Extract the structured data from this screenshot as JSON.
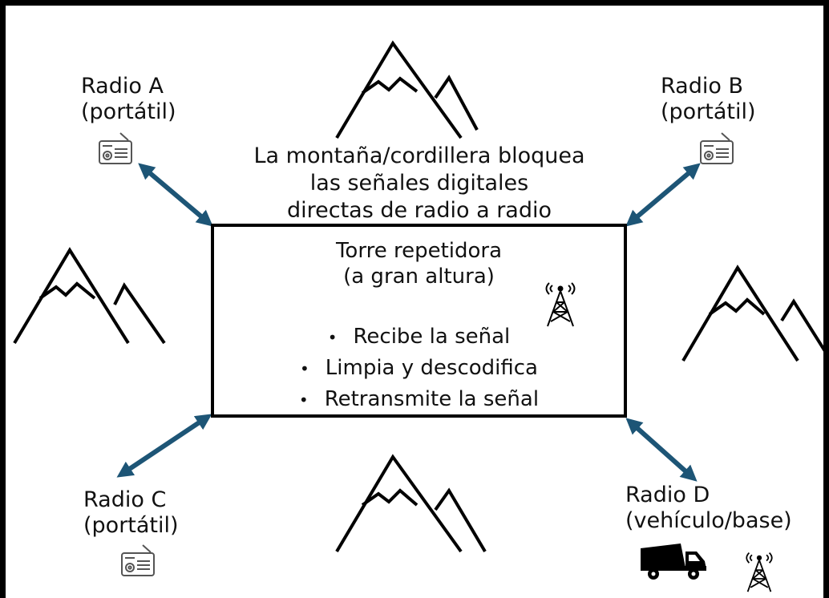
{
  "colors": {
    "arrow": "#1d5576",
    "stroke": "#000000",
    "icon": "#555555"
  },
  "mountain_note": {
    "lines": [
      "La montaña/cordillera bloquea",
      "las señales digitales",
      "directas de radio a radio"
    ]
  },
  "repeater": {
    "title_lines": [
      "Torre repetidora",
      "(a gran altura)"
    ],
    "bullets": [
      "Recibe la señal",
      "Limpia y descodifica",
      "Retransmite la señal"
    ],
    "icon": "radio-tower-icon"
  },
  "radios": {
    "a": {
      "name": "Radio A",
      "type": "(portátil)",
      "icon": "portable-radio-icon"
    },
    "b": {
      "name": "Radio B",
      "type": "(portátil)",
      "icon": "portable-radio-icon"
    },
    "c": {
      "name": "Radio C",
      "type": "(portátil)",
      "icon": "portable-radio-icon"
    },
    "d": {
      "name": "Radio D",
      "type": "(vehículo/base)",
      "icons": [
        "truck-icon",
        "radio-tower-icon"
      ]
    }
  }
}
